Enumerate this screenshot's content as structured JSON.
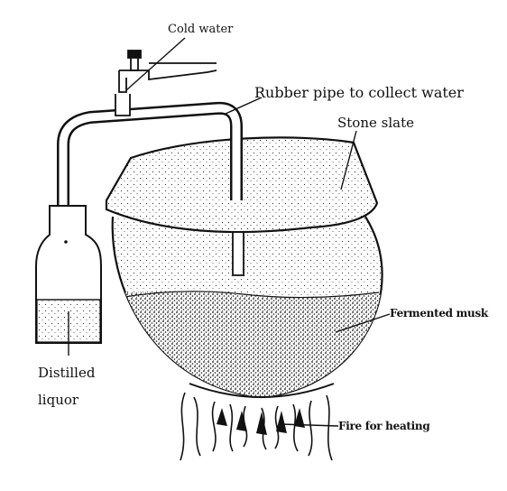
{
  "labels": {
    "cold_water": "Cold water",
    "rubber_pipe": "Rubber pipe to collect water",
    "stone_slate": "Stone slate",
    "fermented_musk": "Fermented musk",
    "distilled_liquor_line1": "Distilled",
    "distilled_liquor_line2": "liquor",
    "fire_for_heating": "Fire for heating"
  },
  "colors": {
    "ink": "#111111",
    "paper": "#ffffff"
  }
}
